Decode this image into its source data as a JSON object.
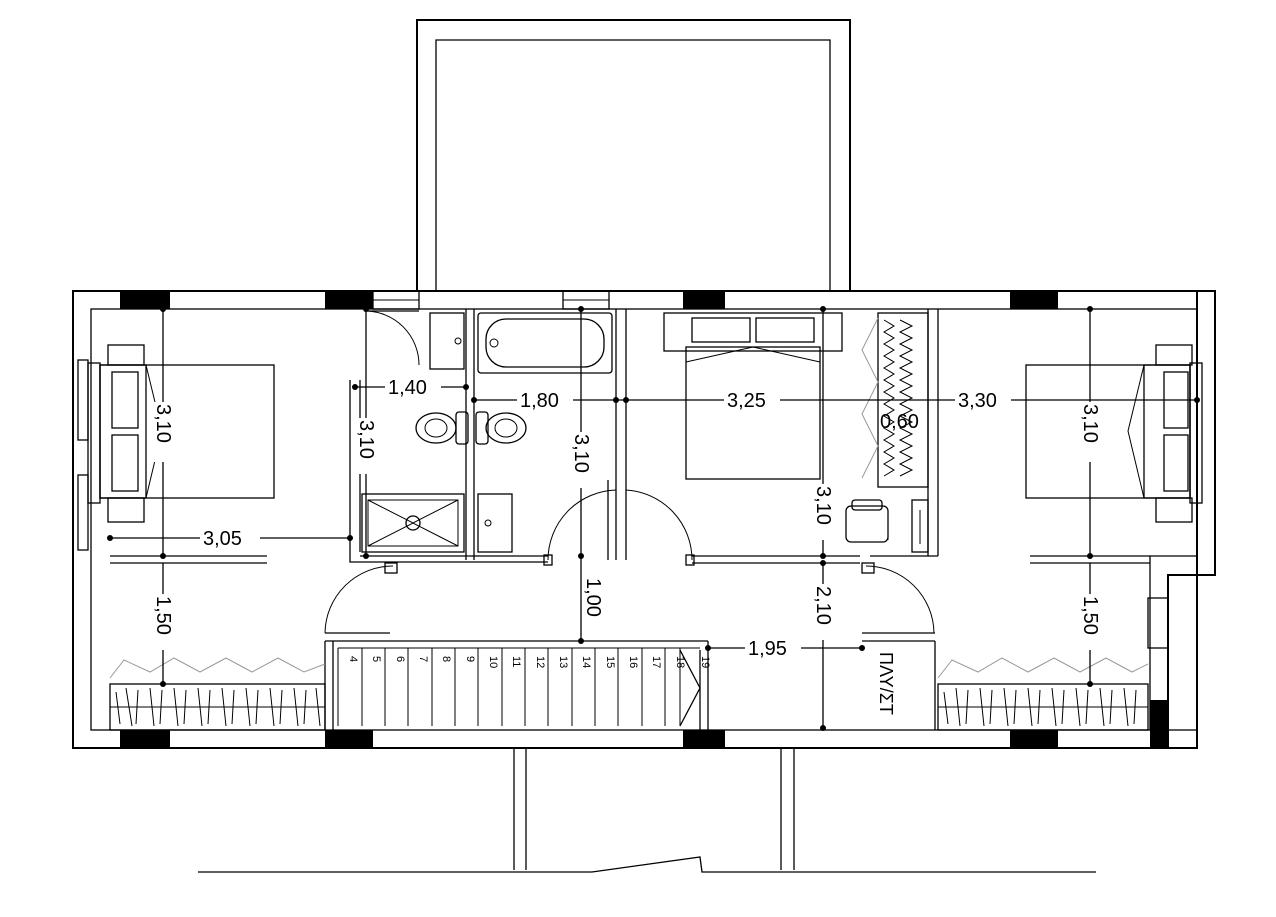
{
  "dimensions": {
    "left_room_width": "3,05",
    "left_room_depth": "3,10",
    "left_wardrobe_depth": "1,50",
    "bath_width": "1,40",
    "bath_depth": "3,10",
    "wc_width": "1,80",
    "corridor_depth": "3,10",
    "corridor_width": "1,00",
    "master_width": "3,25",
    "master_depth": "3,10",
    "closet_width": "0,60",
    "lower_depth": "2,10",
    "stair_landing": "1,95",
    "right_room_width": "3,30",
    "right_room_depth": "3,10",
    "right_wardrobe_depth": "1,50"
  },
  "stair_numbers": [
    "4",
    "5",
    "6",
    "7",
    "8",
    "9",
    "10",
    "11",
    "12",
    "13",
    "14",
    "15",
    "16",
    "17",
    "18",
    "19"
  ],
  "labels": {
    "storage": "ΠΛΥ/ΣΤ"
  }
}
